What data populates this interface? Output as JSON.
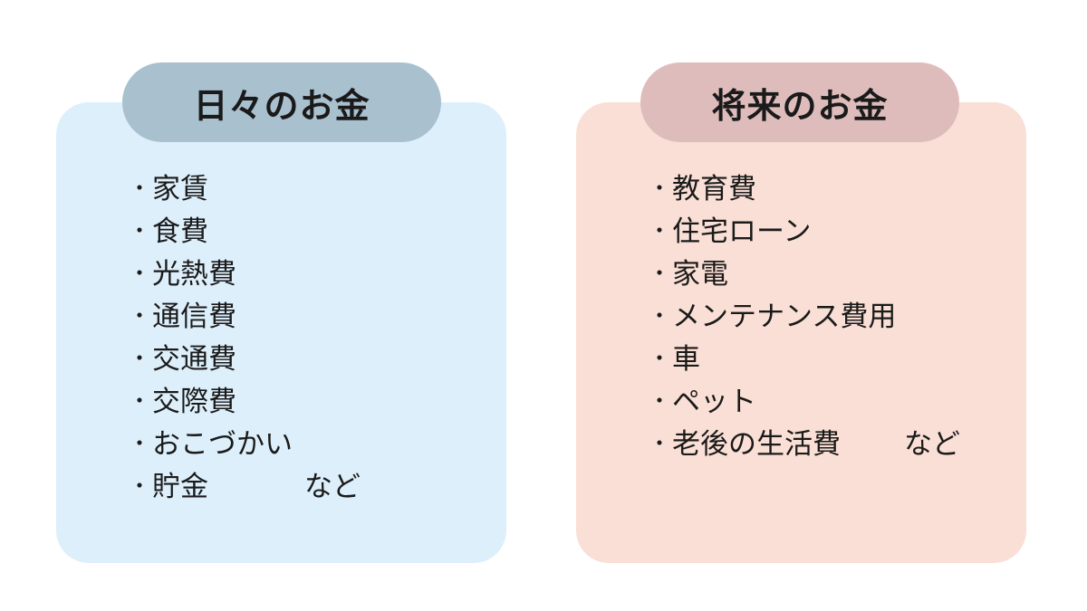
{
  "left": {
    "title": "日々のお金",
    "items": [
      "家賃",
      "食費",
      "光熱費",
      "通信費",
      "交通費",
      "交際費",
      "おこづかい",
      "貯金"
    ],
    "suffix": "など",
    "bullet": "・"
  },
  "right": {
    "title": "将来のお金",
    "items": [
      "教育費",
      "住宅ローン",
      "家電",
      "メンテナンス費用",
      "車",
      "ペット",
      "老後の生活費"
    ],
    "suffix": "など",
    "bullet": "・"
  },
  "colors": {
    "left_panel": "#ddeffb",
    "left_header": "#a9c0cf",
    "right_panel": "#f9dfd5",
    "right_header": "#dfbcbc"
  }
}
